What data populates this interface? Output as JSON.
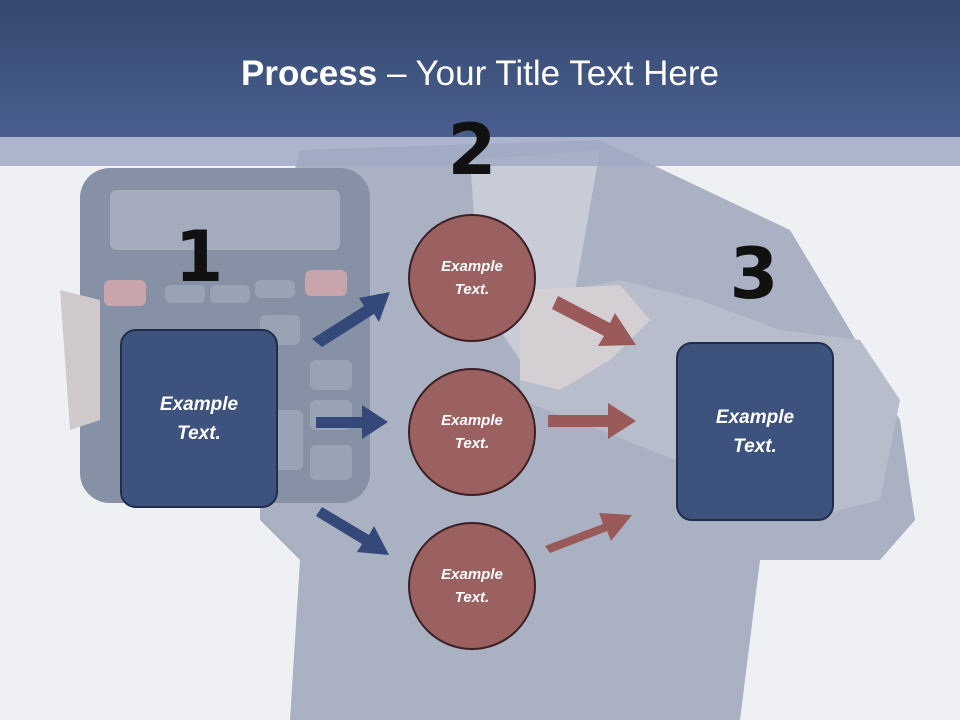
{
  "slide": {
    "title_bold": "Process",
    "title_rest": " – Your Title Text Here"
  },
  "steps": {
    "step1_number": "1",
    "step2_number": "2",
    "step3_number": "3"
  },
  "nodes": {
    "left_box": "Example Text.",
    "right_box": "Example Text.",
    "circle_top": "Example Text.",
    "circle_middle": "Example Text.",
    "circle_bottom": "Example Text."
  },
  "colors": {
    "header": "#3d527d",
    "box_fill": "#3d527d",
    "circle_fill": "#9b6161",
    "blue_arrow": "#34487a",
    "red_arrow": "#9a5a5a"
  },
  "icons": {
    "background": "businesswoman-with-calculator-photo"
  }
}
